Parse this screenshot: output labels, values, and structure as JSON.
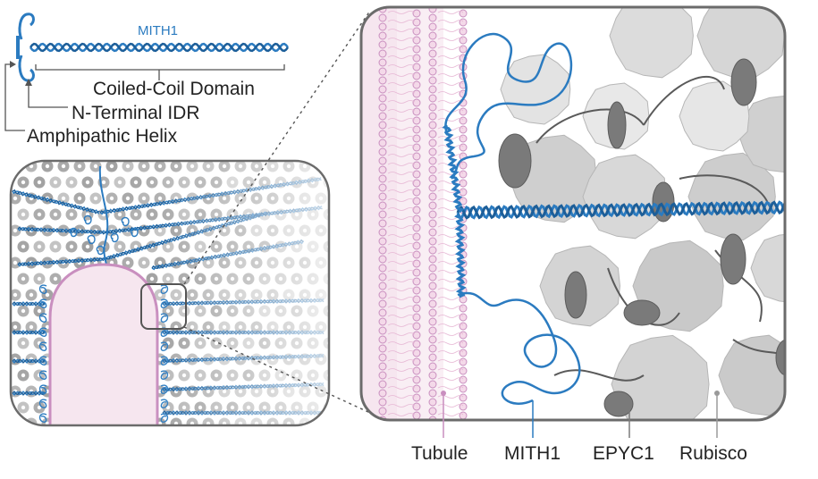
{
  "key": {
    "title": "MITH1",
    "coiled_coil": "Coiled-Coil Domain",
    "n_terminal": "N-Terminal IDR",
    "helix": "Amphipathic Helix"
  },
  "legend": {
    "tubule": "Tubule",
    "mith1": "MITH1",
    "epyc1": "EPYC1",
    "rubisco": "Rubisco"
  },
  "colors": {
    "mith1": "#2b7bc0",
    "tubule_fill": "#f6e6ef",
    "tubule_edge": "#c98fbf",
    "rubisco": "#c8c8c8",
    "rubisco_light": "#e4e4e4",
    "epyc1": "#7a7a7a",
    "frame": "#6b6b6b"
  }
}
